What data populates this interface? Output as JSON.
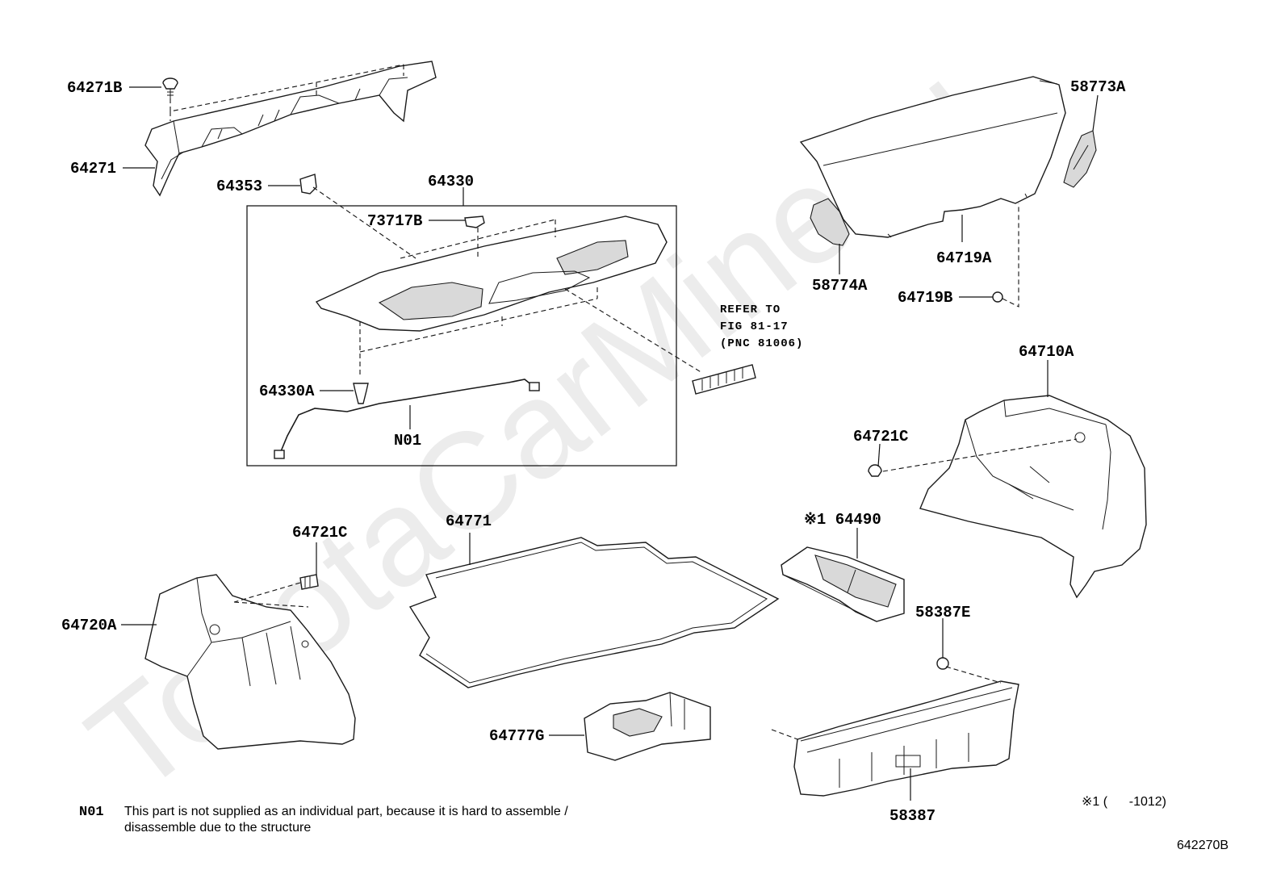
{
  "watermark": "ToyotaCarMine.ru",
  "callouts": {
    "p64271B": "64271B",
    "p64271": "64271",
    "p64353": "64353",
    "p64330": "64330",
    "p73717B": "73717B",
    "p64330A": "64330A",
    "pN01": "N01",
    "p58773A": "58773A",
    "p64719A": "64719A",
    "p58774A": "58774A",
    "p64719B": "64719B",
    "p64710A": "64710A",
    "p64721C_right": "64721C",
    "p64721C_left": "64721C",
    "p64771": "64771",
    "p64490": "※1 64490",
    "p64720A": "64720A",
    "p58387E": "58387E",
    "p64777G": "64777G",
    "p58387": "58387"
  },
  "reference_note": {
    "line1": "REFER TO",
    "line2": "FIG 81-17",
    "line3": "(PNC 81006)"
  },
  "footnote": {
    "code": "N01",
    "line1": "This part is not supplied as an individual part, because it is hard to assemble /",
    "line2": "disassemble due to the structure"
  },
  "applicability_note": "※1 (      -1012)",
  "figure_code": "642270B"
}
